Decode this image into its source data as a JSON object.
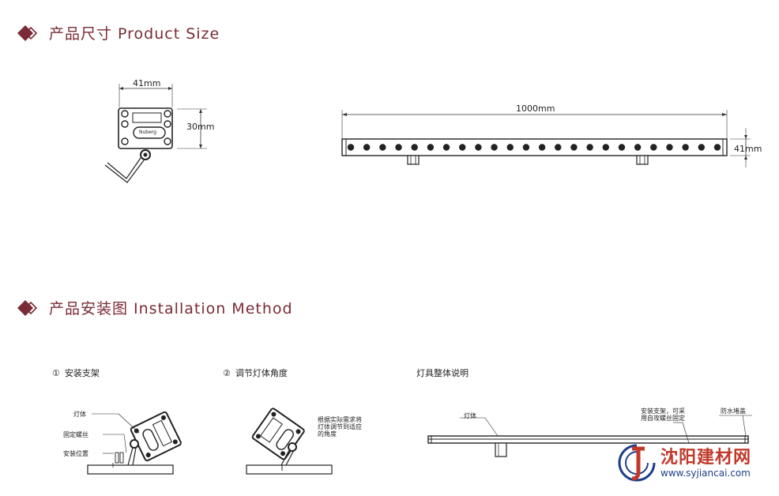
{
  "section_size": {
    "title": "产品尺寸 Product Size",
    "icon": "diamond-bullet-icon",
    "accent_color": "#7a2b35"
  },
  "size_dims": {
    "side_width": "41mm",
    "side_height": "30mm",
    "length": "1000mm",
    "front_height": "41mm",
    "logo_text": "Nuberg"
  },
  "section_install": {
    "title": "产品安装图 Installation Method",
    "icon": "diamond-bullet-icon"
  },
  "steps": [
    {
      "num": "①",
      "label": "安装支架"
    },
    {
      "num": "②",
      "label": "调节灯体角度"
    },
    {
      "num": "",
      "label": "灯具整体说明"
    }
  ],
  "step1_callouts": {
    "lamp_body": "灯体",
    "fixing_screw": "固定螺丝",
    "install_position": "安装位置"
  },
  "step2_note": [
    "根据实际需求将",
    "灯体调节到适应",
    "的角度"
  ],
  "overall_callouts": {
    "lamp_body": "灯体",
    "bracket_note": [
      "安装支架，可采",
      "用自攻螺丝固定"
    ],
    "waterproof_cap": "防水堵盖"
  },
  "watermark": {
    "cn": "沈阳建材网",
    "url": "www.syjiancai.com",
    "red": "#c0392b",
    "blue": "#1f3f8a"
  }
}
